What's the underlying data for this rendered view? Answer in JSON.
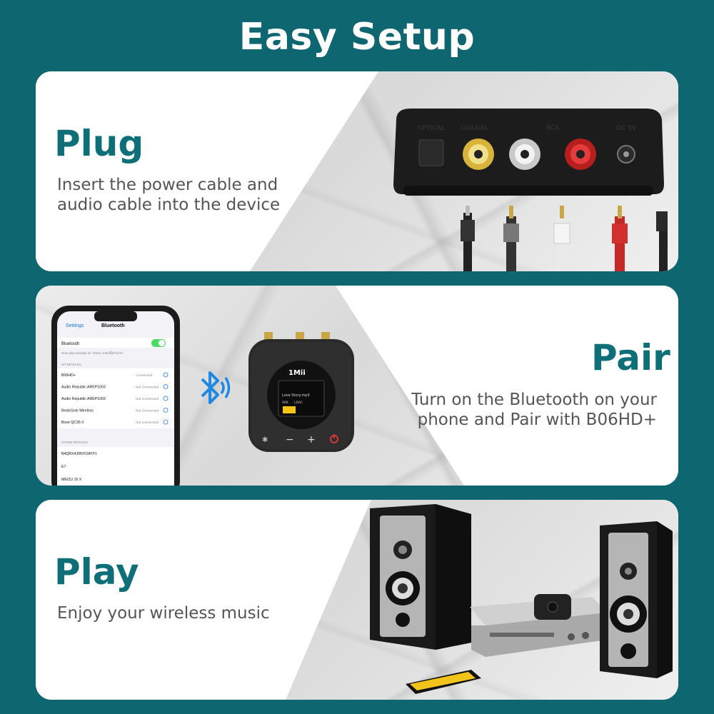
{
  "title": "Easy Setup",
  "steps": [
    {
      "heading": "Plug",
      "description_lines": [
        "Insert the power cable and",
        "audio cable into the device"
      ],
      "device_port_labels": [
        "OPTICAL",
        "COAXIAL",
        "RCA",
        "DC 5V"
      ]
    },
    {
      "heading": "Pair",
      "description_lines": [
        "Turn on the Bluetooth on your",
        "phone and Pair with B06HD+"
      ],
      "phone": {
        "back_label": "Settings",
        "screen_title": "Bluetooth",
        "toggle_label": "Bluetooth",
        "discoverable_text": "Now discoverable as \"Steve Jobs的iPhone\".",
        "my_devices_header": "MY DEVICES",
        "my_devices": [
          {
            "name": "B06HD+",
            "status": "Connected"
          },
          {
            "name": "Audio Republic AREP1003",
            "status": "Not Connected"
          },
          {
            "name": "Audio Republic AREP1003",
            "status": "Not Connected"
          },
          {
            "name": "BeatsSolo Wireless",
            "status": "Not Connected"
          },
          {
            "name": "Bose QC35 II",
            "status": "Not Connected"
          }
        ],
        "other_devices_header": "OTHER DEVICES",
        "other_devices": [
          "B4QRX4J0NYOATP1",
          "E7",
          "MEIZU 16 X"
        ]
      },
      "device": {
        "brand": "1Mii",
        "display_song": "Love Story.mp3",
        "display_codec": "LDAC",
        "display_rate": "96K"
      }
    },
    {
      "heading": "Play",
      "description_lines": [
        "Enjoy your wireless music"
      ]
    }
  ]
}
